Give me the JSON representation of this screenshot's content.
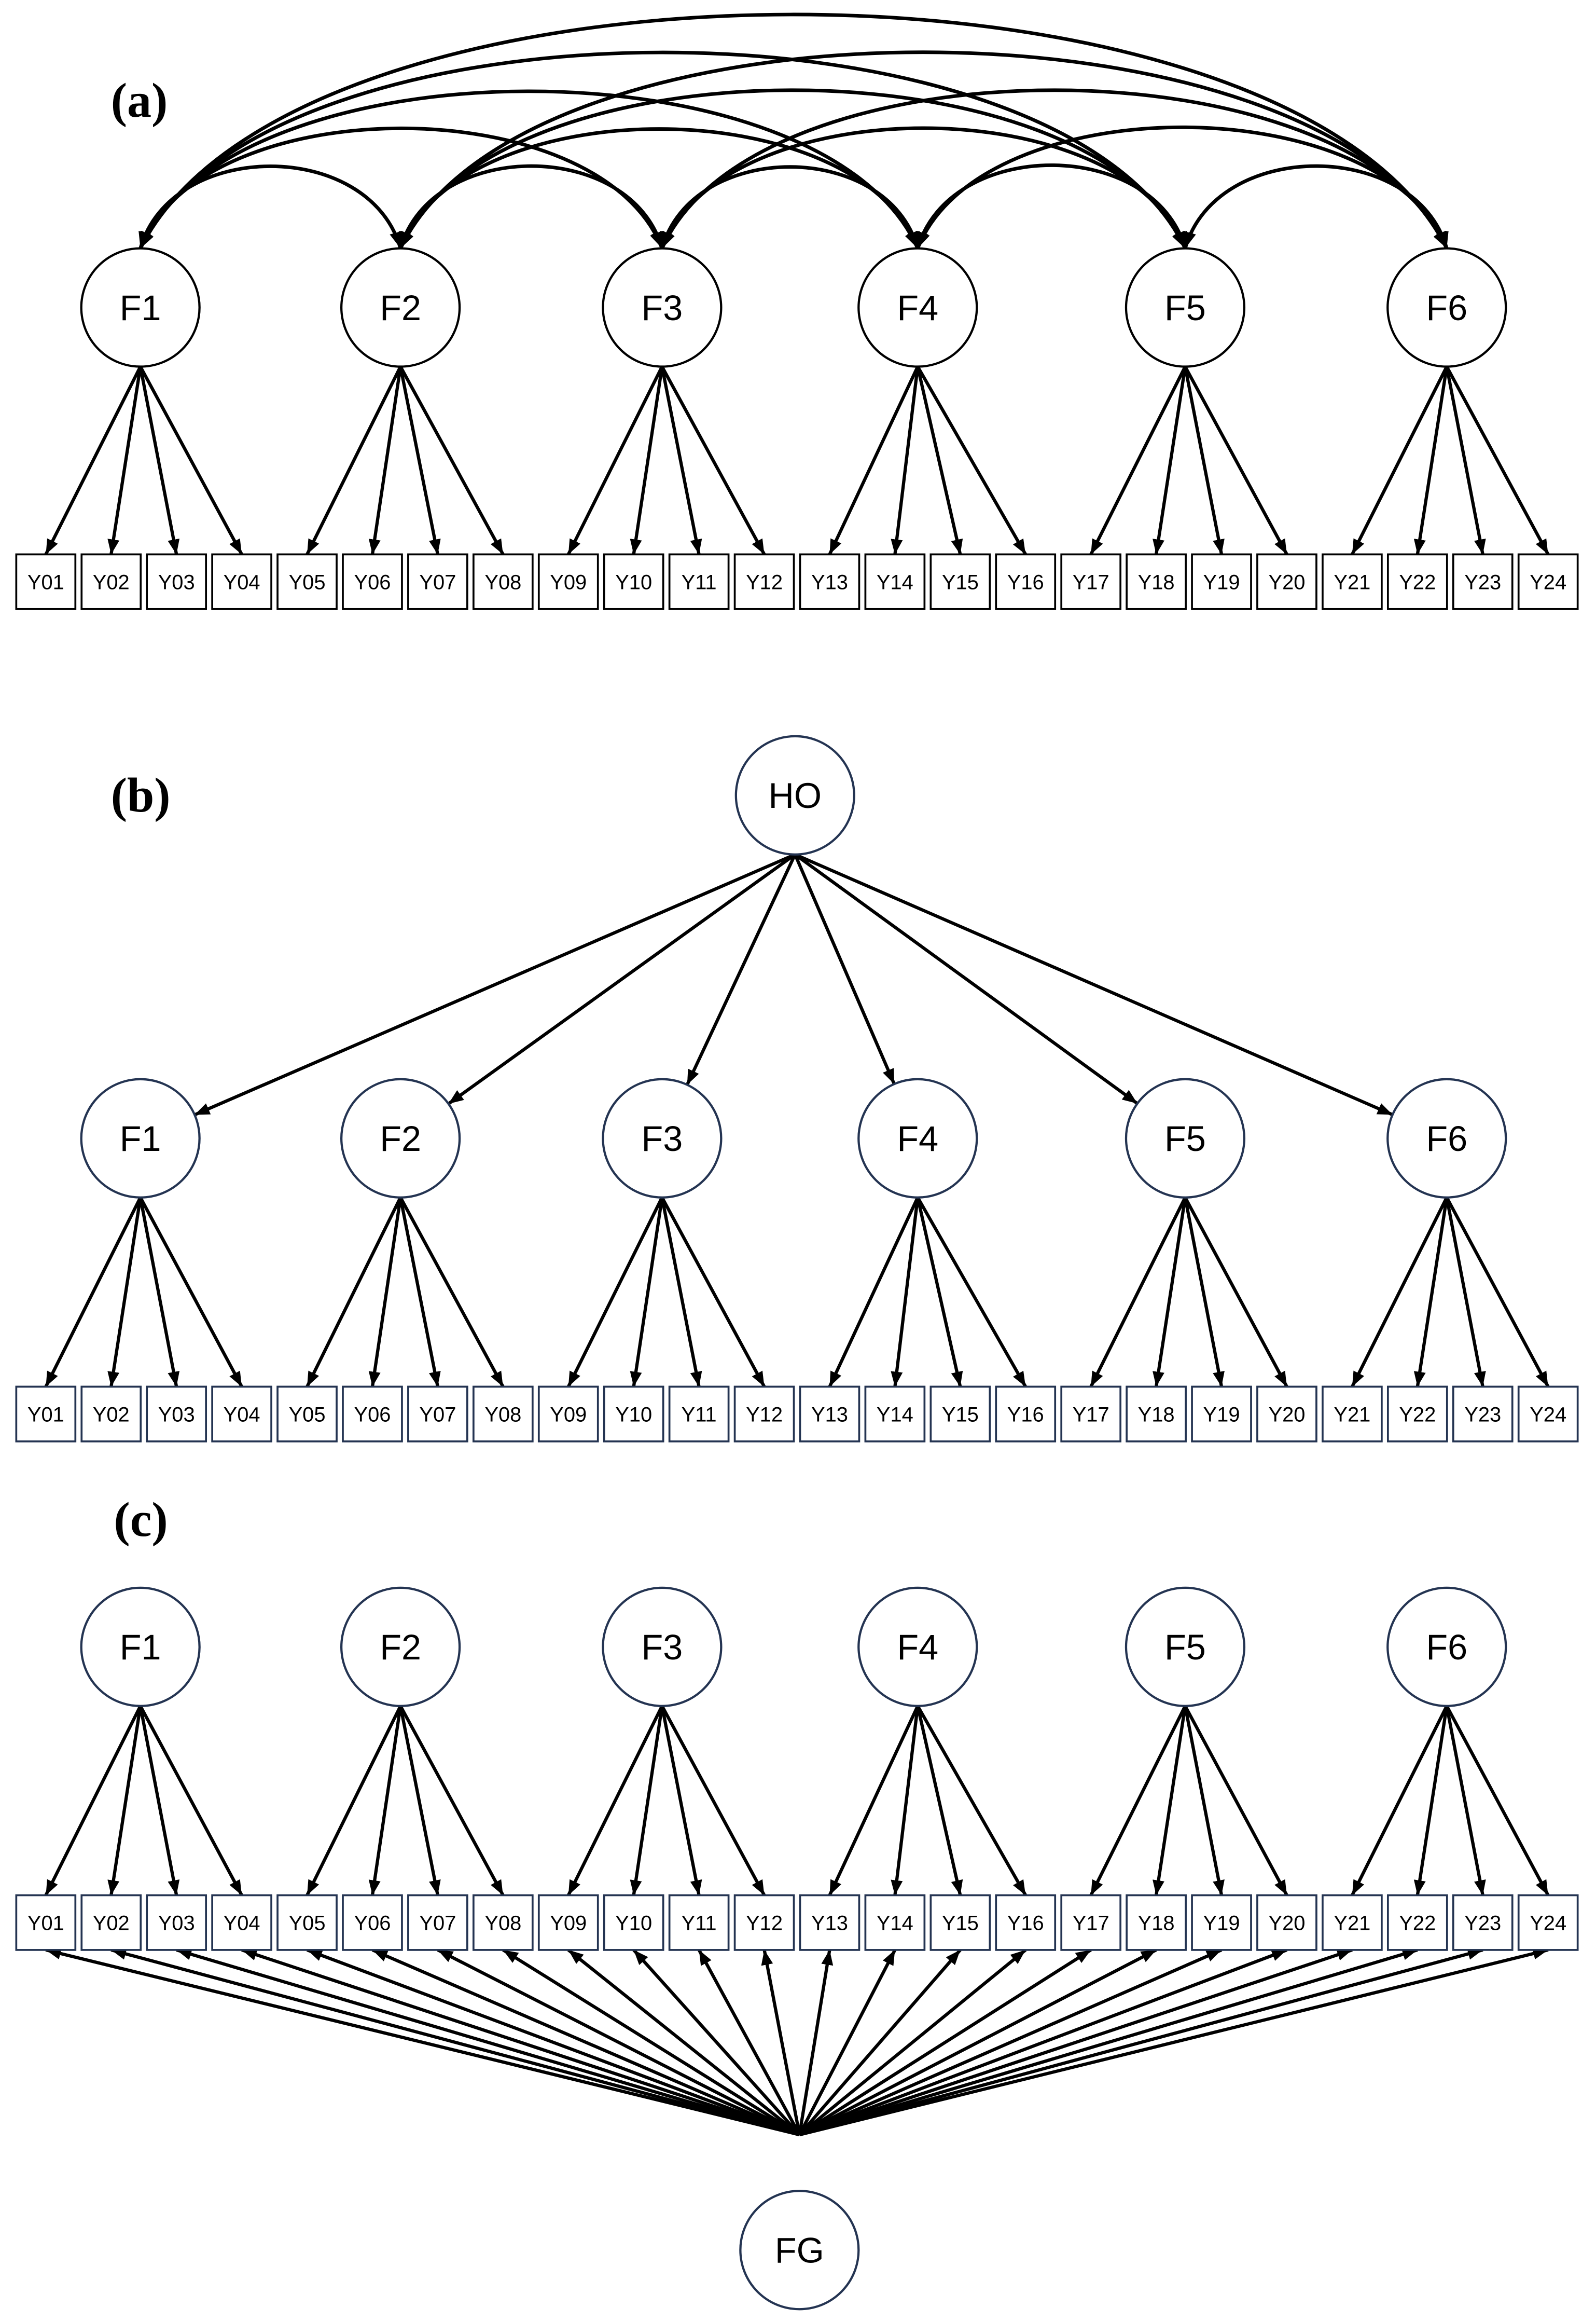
{
  "colors": {
    "background": "#ffffff",
    "line": "#000000",
    "text": "#000000",
    "node_outline_a": "#000000",
    "node_outline_bc": "#243452"
  },
  "panels": [
    {
      "label": "(a)",
      "factors": [
        {
          "label": "F1",
          "items": [
            0,
            1,
            2,
            3
          ]
        },
        {
          "label": "F2",
          "items": [
            4,
            5,
            6,
            7
          ]
        },
        {
          "label": "F3",
          "items": [
            8,
            9,
            10,
            11
          ]
        },
        {
          "label": "F4",
          "items": [
            12,
            13,
            14,
            15
          ]
        },
        {
          "label": "F5",
          "items": [
            16,
            17,
            18,
            19
          ]
        },
        {
          "label": "F6",
          "items": [
            20,
            21,
            22,
            23
          ]
        }
      ],
      "items": [
        "Y01",
        "Y02",
        "Y03",
        "Y04",
        "Y05",
        "Y06",
        "Y07",
        "Y08",
        "Y09",
        "Y10",
        "Y11",
        "Y12",
        "Y13",
        "Y14",
        "Y15",
        "Y16",
        "Y17",
        "Y18",
        "Y19",
        "Y20",
        "Y21",
        "Y22",
        "Y23",
        "Y24"
      ],
      "factor_covariances": [
        [
          0,
          1
        ],
        [
          0,
          2
        ],
        [
          0,
          3
        ],
        [
          0,
          4
        ],
        [
          0,
          5
        ],
        [
          1,
          2
        ],
        [
          1,
          3
        ],
        [
          1,
          4
        ],
        [
          1,
          5
        ],
        [
          2,
          3
        ],
        [
          2,
          4
        ],
        [
          2,
          5
        ],
        [
          3,
          4
        ],
        [
          3,
          5
        ],
        [
          4,
          5
        ]
      ]
    },
    {
      "label": "(b)",
      "higher_order": {
        "label": "HO",
        "factors": [
          0,
          1,
          2,
          3,
          4,
          5
        ]
      },
      "factors": [
        {
          "label": "F1",
          "items": [
            0,
            1,
            2,
            3
          ]
        },
        {
          "label": "F2",
          "items": [
            4,
            5,
            6,
            7
          ]
        },
        {
          "label": "F3",
          "items": [
            8,
            9,
            10,
            11
          ]
        },
        {
          "label": "F4",
          "items": [
            12,
            13,
            14,
            15
          ]
        },
        {
          "label": "F5",
          "items": [
            16,
            17,
            18,
            19
          ]
        },
        {
          "label": "F6",
          "items": [
            20,
            21,
            22,
            23
          ]
        }
      ],
      "items": [
        "Y01",
        "Y02",
        "Y03",
        "Y04",
        "Y05",
        "Y06",
        "Y07",
        "Y08",
        "Y09",
        "Y10",
        "Y11",
        "Y12",
        "Y13",
        "Y14",
        "Y15",
        "Y16",
        "Y17",
        "Y18",
        "Y19",
        "Y20",
        "Y21",
        "Y22",
        "Y23",
        "Y24"
      ]
    },
    {
      "label": "(c)",
      "factors": [
        {
          "label": "F1",
          "items": [
            0,
            1,
            2,
            3
          ]
        },
        {
          "label": "F2",
          "items": [
            4,
            5,
            6,
            7
          ]
        },
        {
          "label": "F3",
          "items": [
            8,
            9,
            10,
            11
          ]
        },
        {
          "label": "F4",
          "items": [
            12,
            13,
            14,
            15
          ]
        },
        {
          "label": "F5",
          "items": [
            16,
            17,
            18,
            19
          ]
        },
        {
          "label": "F6",
          "items": [
            20,
            21,
            22,
            23
          ]
        }
      ],
      "items": [
        "Y01",
        "Y02",
        "Y03",
        "Y04",
        "Y05",
        "Y06",
        "Y07",
        "Y08",
        "Y09",
        "Y10",
        "Y11",
        "Y12",
        "Y13",
        "Y14",
        "Y15",
        "Y16",
        "Y17",
        "Y18",
        "Y19",
        "Y20",
        "Y21",
        "Y22",
        "Y23",
        "Y24"
      ],
      "general": {
        "label": "FG",
        "items": [
          0,
          1,
          2,
          3,
          4,
          5,
          6,
          7,
          8,
          9,
          10,
          11,
          12,
          13,
          14,
          15,
          16,
          17,
          18,
          19,
          20,
          21,
          22,
          23
        ]
      }
    }
  ]
}
